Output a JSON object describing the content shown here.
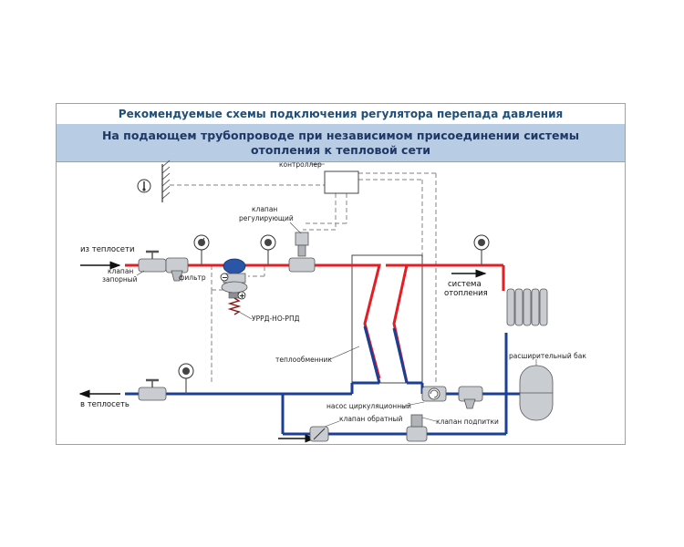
{
  "title": "Рекомендуемые схемы подключения регулятора перепада давления",
  "subtitle": "На подающем трубопроводе при независимом присоединении системы отопления к тепловой сети",
  "labels": {
    "from_network": "из теплосети",
    "to_network": "в теплосеть",
    "shutoff_valve": [
      "клапан",
      "запорный"
    ],
    "filter": "фильтр",
    "regulating_valve": [
      "клапан",
      "регулирующий"
    ],
    "controller": "контроллер",
    "urrd": "УРРД-НО-РПД",
    "heat_exchanger": "теплообменник",
    "heating_system": [
      "система",
      "отопления"
    ],
    "expansion_tank": "расширительный бак",
    "circulation_pump": "насос циркуляционный",
    "check_valve": "клапан обратный",
    "makeup_valve": "клапан подпитки",
    "minus_sign": "−",
    "plus_sign": "+"
  },
  "colors": {
    "supply": "#e31e24",
    "return": "#1b3f94",
    "dashed": "#9a9a9a",
    "header_text": "#1f4e79",
    "subtitle_bg": "#b8cce4"
  }
}
